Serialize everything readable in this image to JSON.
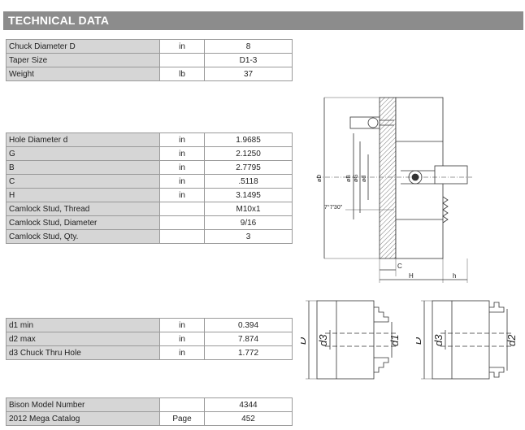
{
  "header": {
    "title": "TECHNICAL DATA"
  },
  "table1": [
    {
      "label": "Chuck Diameter D",
      "unit": "in",
      "value": "8"
    },
    {
      "label": "Taper Size",
      "unit": "",
      "value": "D1-3"
    },
    {
      "label": "Weight",
      "unit": "lb",
      "value": "37"
    }
  ],
  "table2": [
    {
      "label": "Hole Diameter d",
      "unit": "in",
      "value": "1.9685"
    },
    {
      "label": "G",
      "unit": "in",
      "value": "2.1250"
    },
    {
      "label": "B",
      "unit": "in",
      "value": "2.7795"
    },
    {
      "label": "C",
      "unit": "in",
      "value": ".5118"
    },
    {
      "label": "H",
      "unit": "in",
      "value": "3.1495"
    },
    {
      "label": "Camlock Stud, Thread",
      "unit": "",
      "value": "M10x1"
    },
    {
      "label": "Camlock Stud, Diameter",
      "unit": "",
      "value": "9/16"
    },
    {
      "label": "Camlock Stud, Qty.",
      "unit": "",
      "value": "3"
    }
  ],
  "table3": [
    {
      "label": "d1 min",
      "unit": "in",
      "value": "0.394"
    },
    {
      "label": "d2 max",
      "unit": "in",
      "value": "7.874"
    },
    {
      "label": "d3 Chuck Thru Hole",
      "unit": "in",
      "value": "1.772"
    }
  ],
  "table4": [
    {
      "label": "Bison Model Number",
      "unit": "",
      "value": "4344"
    },
    {
      "label": "2012 Mega Catalog",
      "unit": "Page",
      "value": "452"
    }
  ],
  "diagram_labels": {
    "main": {
      "D": "øD",
      "B": "øB",
      "G": "øG",
      "d": "ød",
      "angle": "7°7'30\"",
      "C": "C",
      "H": "H",
      "h": "h"
    },
    "left": {
      "D": "D",
      "d3": "d3",
      "d1": "d1"
    },
    "right": {
      "D": "D",
      "d3": "d3",
      "d2": "d2"
    }
  }
}
